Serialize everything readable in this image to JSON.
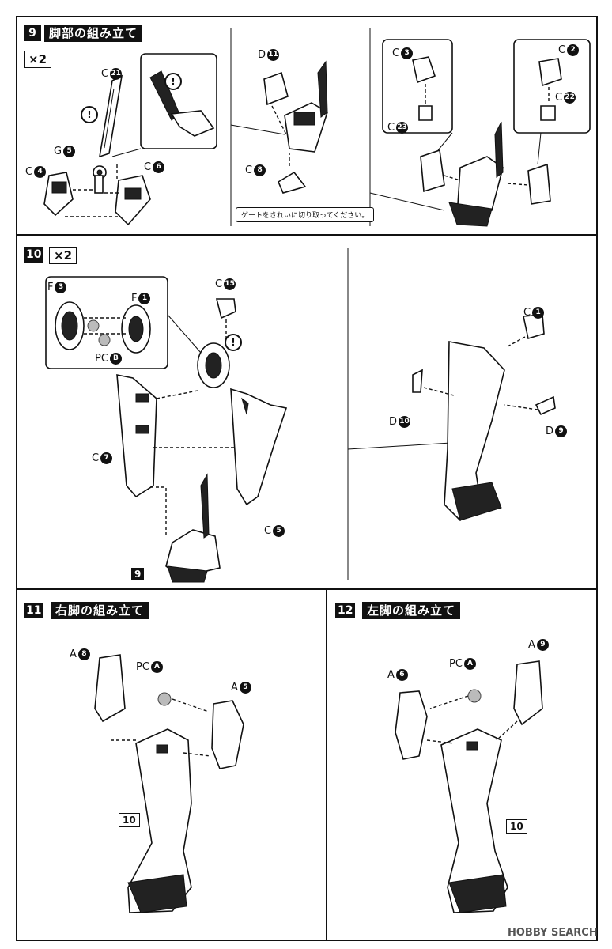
{
  "step9": {
    "number": "9",
    "title": "脚部の組み立て",
    "multiplier": "×2",
    "parts": {
      "c21": {
        "letter": "C",
        "n": "21"
      },
      "g5": {
        "letter": "G",
        "n": "5"
      },
      "c4": {
        "letter": "C",
        "n": "4"
      },
      "c6": {
        "letter": "C",
        "n": "6"
      },
      "d11": {
        "letter": "D",
        "n": "11"
      },
      "c8": {
        "letter": "C",
        "n": "8"
      },
      "c3": {
        "letter": "C",
        "n": "3"
      },
      "c23": {
        "letter": "C",
        "n": "23"
      },
      "c2": {
        "letter": "C",
        "n": "2"
      },
      "c22": {
        "letter": "C",
        "n": "22"
      }
    },
    "gate_note": "ゲートをきれいに切り取ってください。",
    "warning": "!"
  },
  "step10": {
    "number": "10",
    "multiplier": "×2",
    "ref": "9",
    "parts": {
      "f3": {
        "letter": "F",
        "n": "3"
      },
      "f1": {
        "letter": "F",
        "n": "1"
      },
      "pcb": {
        "letter": "PC",
        "n": "B"
      },
      "c15": {
        "letter": "C",
        "n": "15"
      },
      "c7": {
        "letter": "C",
        "n": "7"
      },
      "c5": {
        "letter": "C",
        "n": "5"
      },
      "c1": {
        "letter": "C",
        "n": "1"
      },
      "d10": {
        "letter": "D",
        "n": "10"
      },
      "d9": {
        "letter": "D",
        "n": "9"
      }
    },
    "warning": "!"
  },
  "step11": {
    "number": "11",
    "title": "右脚の組み立て",
    "ref": "10",
    "parts": {
      "a8": {
        "letter": "A",
        "n": "8"
      },
      "pca": {
        "letter": "PC",
        "n": "A"
      },
      "a5": {
        "letter": "A",
        "n": "5"
      }
    }
  },
  "step12": {
    "number": "12",
    "title": "左脚の組み立て",
    "ref": "10",
    "parts": {
      "a6": {
        "letter": "A",
        "n": "6"
      },
      "pca": {
        "letter": "PC",
        "n": "A"
      },
      "a9": {
        "letter": "A",
        "n": "9"
      }
    }
  },
  "watermark": "HOBBY SEARCH"
}
